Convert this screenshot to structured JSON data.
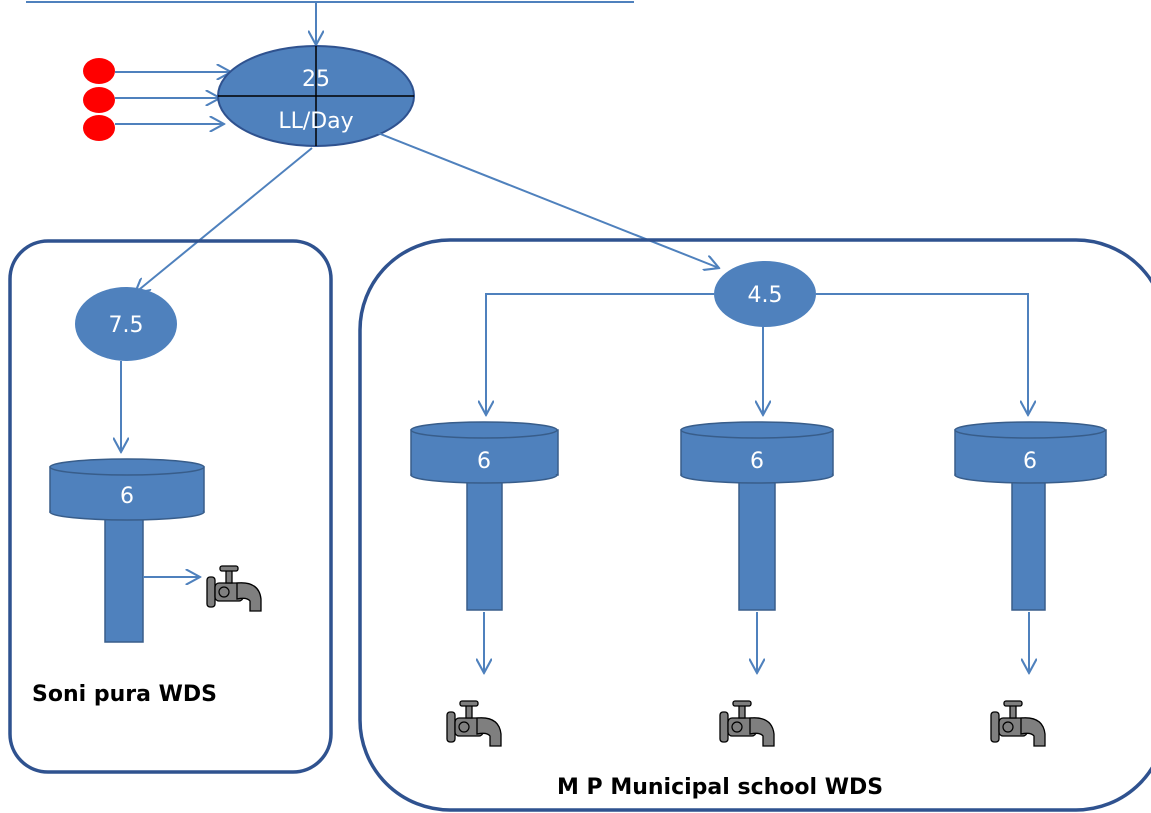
{
  "diagram": {
    "source_node": {
      "top": "25",
      "bottom": "LL/Day"
    },
    "soni_pura": {
      "label": "Soni pura WDS",
      "node_value": "7.5",
      "tank_value": "6"
    },
    "mp_school": {
      "label": "M P Municipal school WDS",
      "node_value": "4.5",
      "tanks": [
        {
          "value": "6"
        },
        {
          "value": "6"
        },
        {
          "value": "6"
        }
      ]
    }
  }
}
